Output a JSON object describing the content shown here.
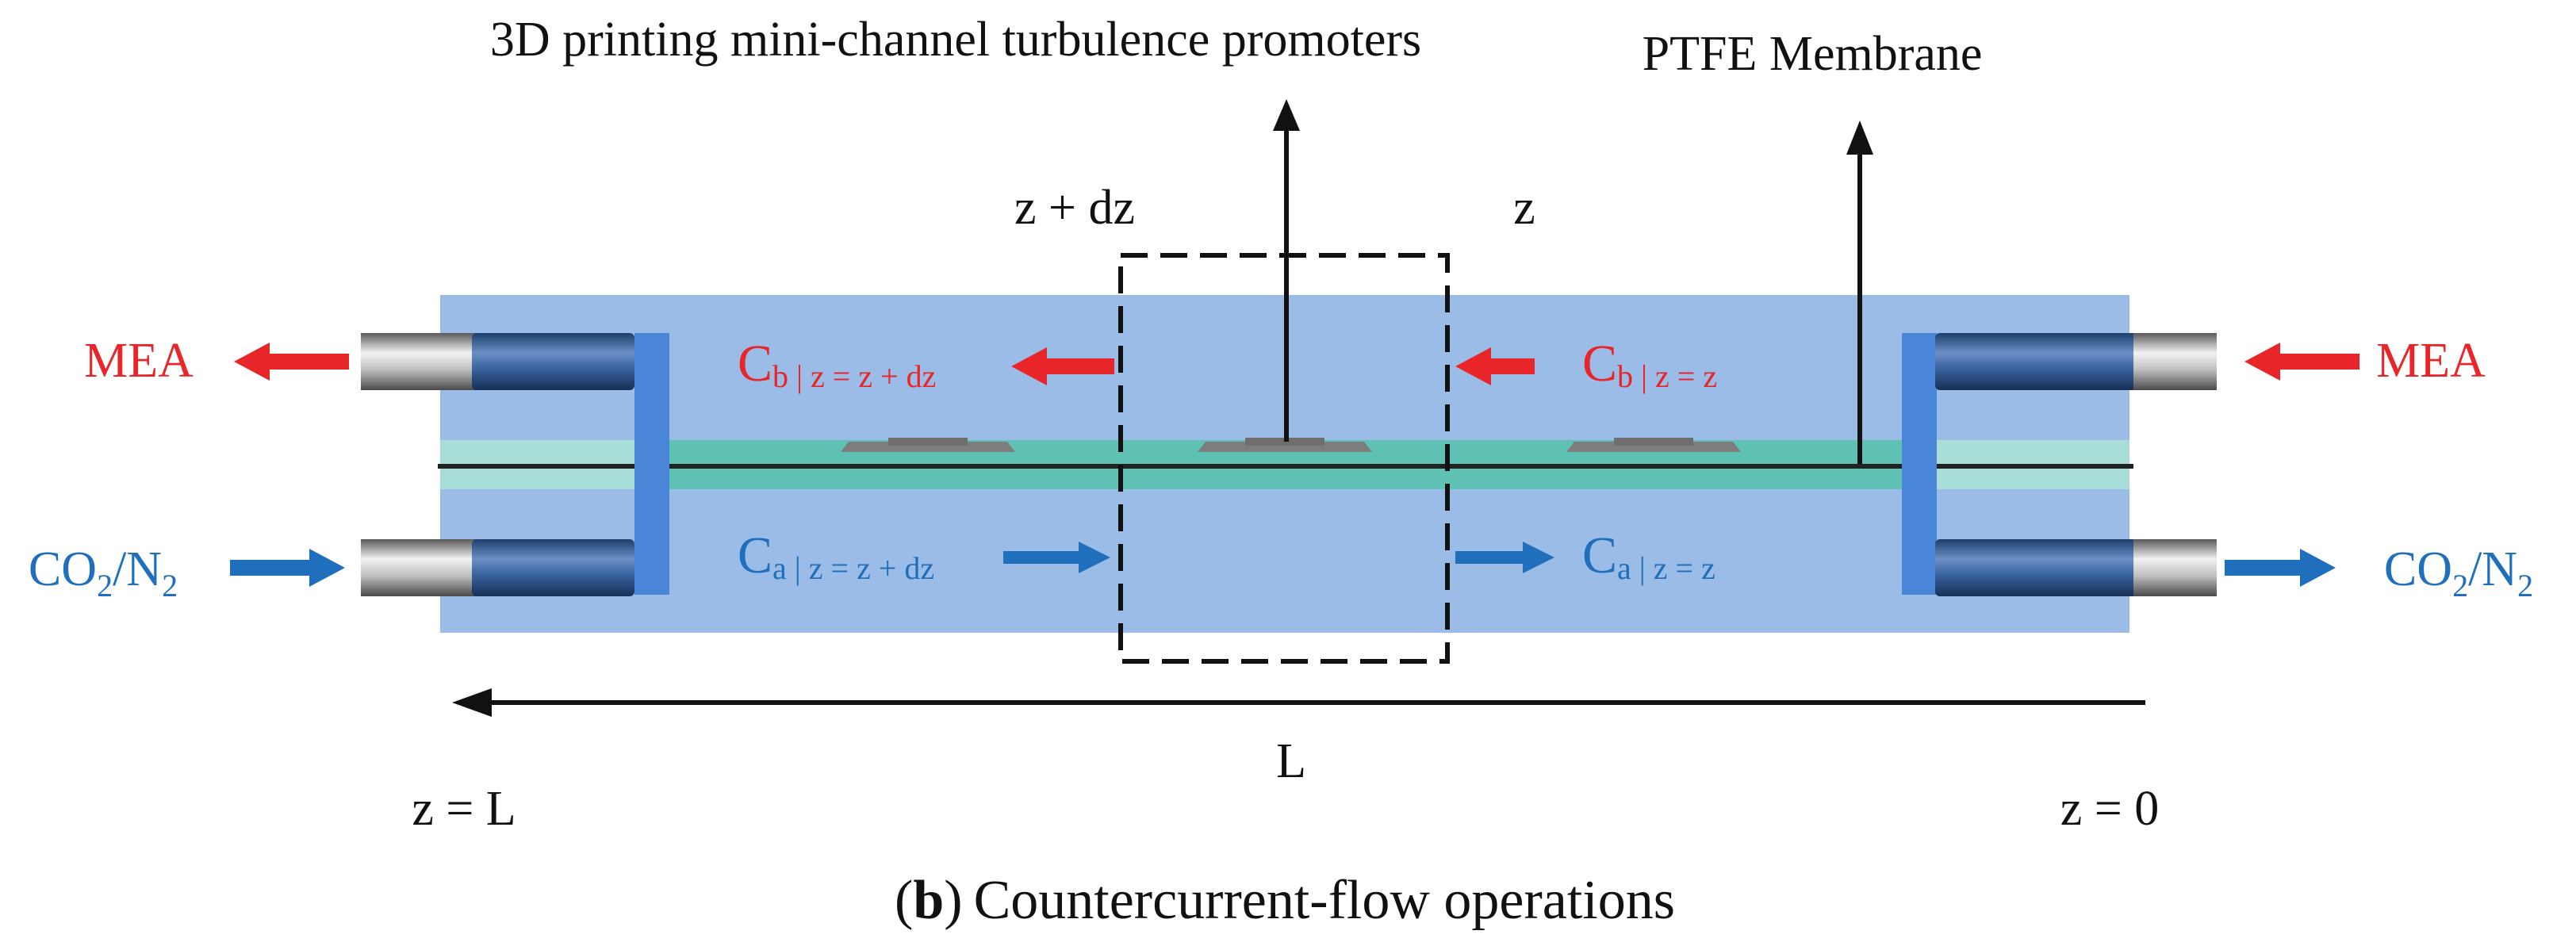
{
  "diagram": {
    "top_labels": {
      "promoters": "3D printing mini-channel turbulence promoters",
      "membrane": "PTFE Membrane"
    },
    "control_volume": {
      "left_label": "z + dz",
      "right_label": "z"
    },
    "streams": {
      "mea_out": "MEA",
      "mea_in": "MEA",
      "gas_in": {
        "base": "CO",
        "sub1": "2",
        "mid": "/N",
        "sub2": "2"
      },
      "gas_out": {
        "base": "CO",
        "sub1": "2",
        "mid": "/N",
        "sub2": "2"
      }
    },
    "concentrations": {
      "cb_left": {
        "main": "C",
        "sub": "b | z = z + dz"
      },
      "cb_right": {
        "main": "C",
        "sub": "b | z = z"
      },
      "ca_left": {
        "main": "C",
        "sub": "a | z = z + dz"
      },
      "ca_right": {
        "main": "C",
        "sub": "a | z = z"
      }
    },
    "length": {
      "label": "L",
      "left_end": "z = L",
      "right_end": "z = 0"
    },
    "caption": {
      "letter": "b",
      "text": "Countercurrent-flow operations",
      "open": "(",
      "close": ")"
    },
    "colors": {
      "liquid": "#e8262a",
      "gas": "#1f6fbd",
      "channel": "#9bbce6",
      "membrane_band": "#5fc0b4",
      "end_plate": "#4a86d8",
      "text": "#111111"
    }
  }
}
